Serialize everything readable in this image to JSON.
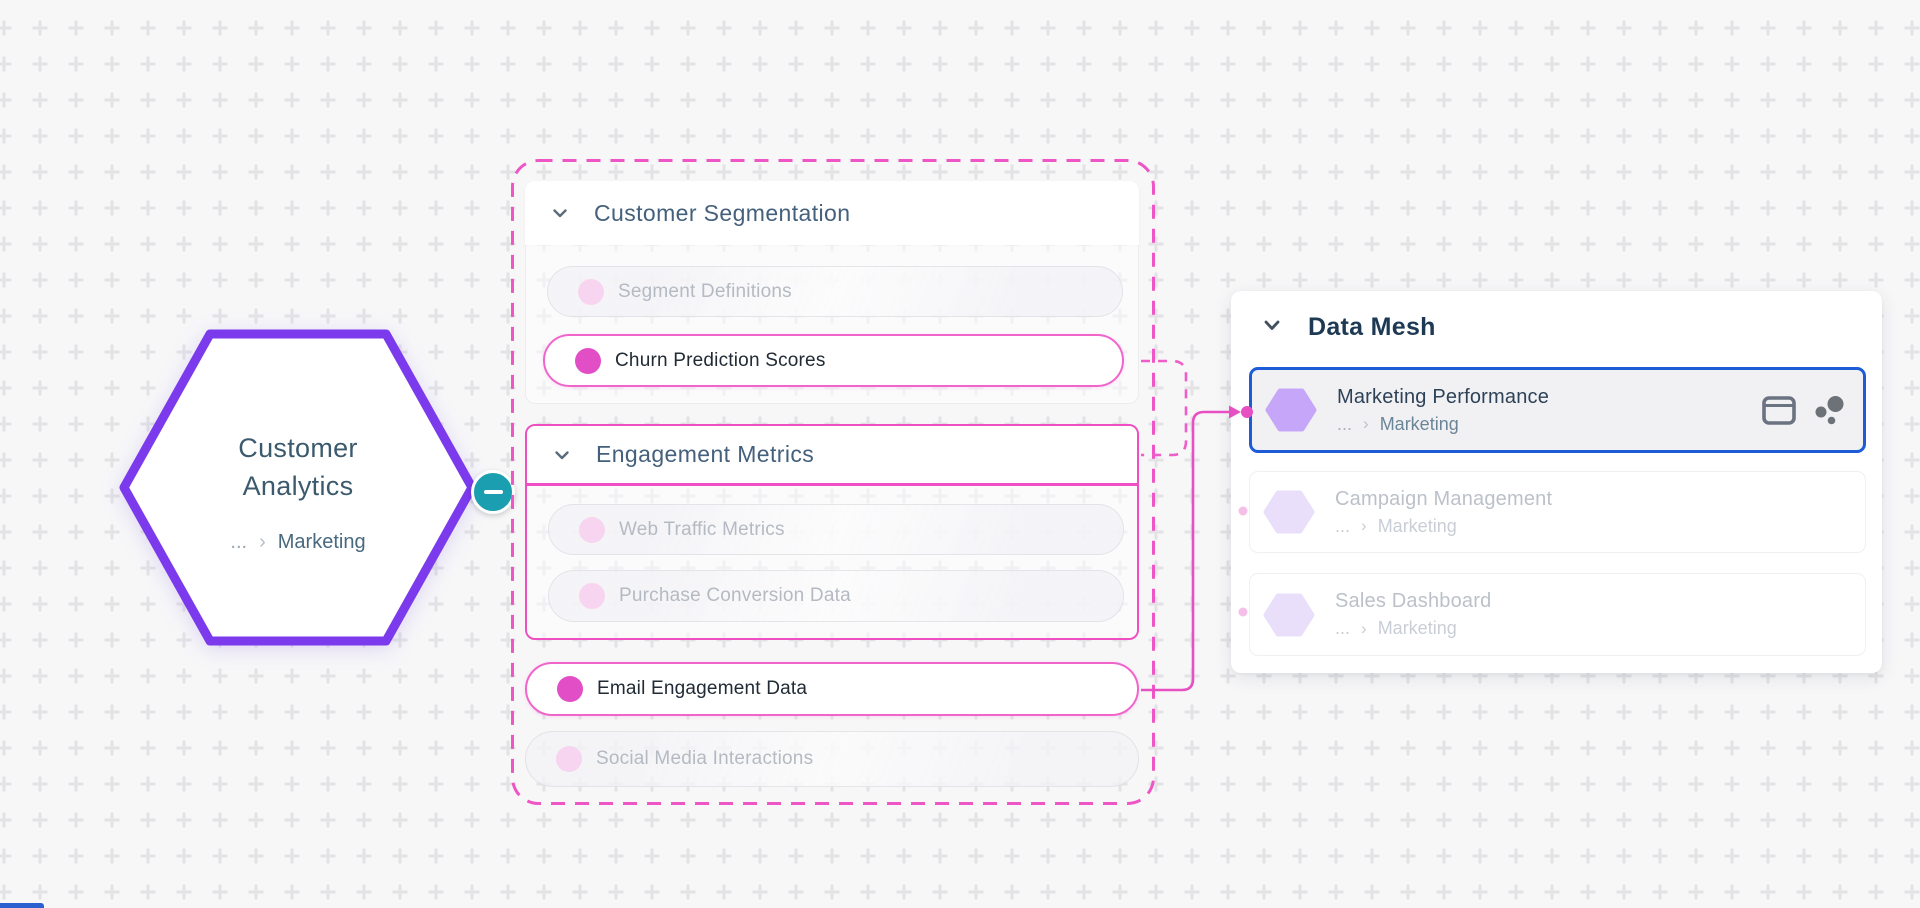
{
  "colors": {
    "background": "#f7f7f8",
    "grid_plus": "#e3e3e6",
    "node_border_purple": "#7c3aed",
    "collapse_teal": "#1b9fb0",
    "lineage_pink": "#e750c2",
    "dashed_container_pink": "#ee55c5",
    "selection_blue": "#1d5cd6",
    "hexagon_icon_purple": "#c6a6f8",
    "dimmed_pink": "#f7cdee"
  },
  "icons": {
    "collapse": "minus-in-circle",
    "group_toggle": "chevron-down",
    "dataset_marker": "filled-circle",
    "data_product_marker": "hexagon",
    "open_preview": "window",
    "lineage_cluster": "cluster-dots",
    "breadcrumb_separator": "chevron-right"
  },
  "source_node": {
    "title_line1": "Customer",
    "title_line2": "Analytics",
    "breadcrumb": {
      "ellipsis": "...",
      "separator": "›",
      "path": "Marketing"
    }
  },
  "groups_panel": {
    "groups": [
      {
        "label": "Customer Segmentation",
        "items": [
          {
            "label": "Segment Definitions",
            "state": "dimmed"
          },
          {
            "label": "Churn Prediction Scores",
            "state": "active"
          }
        ]
      },
      {
        "label": "Engagement Metrics",
        "items": [
          {
            "label": "Web Traffic Metrics",
            "state": "dimmed"
          },
          {
            "label": "Purchase Conversion Data",
            "state": "dimmed"
          }
        ]
      }
    ],
    "standalone_items": [
      {
        "label": "Email Engagement Data",
        "state": "active"
      },
      {
        "label": "Social Media Interactions",
        "state": "dimmed"
      }
    ]
  },
  "data_mesh_panel": {
    "title": "Data Mesh",
    "items": [
      {
        "title": "Marketing Performance",
        "breadcrumb": {
          "ellipsis": "...",
          "separator": "›",
          "path": "Marketing"
        },
        "state": "selected"
      },
      {
        "title": "Campaign Management",
        "breadcrumb": {
          "ellipsis": "...",
          "separator": "›",
          "path": "Marketing"
        },
        "state": "dimmed"
      },
      {
        "title": "Sales Dashboard",
        "breadcrumb": {
          "ellipsis": "...",
          "separator": "›",
          "path": "Marketing"
        },
        "state": "dimmed"
      }
    ]
  }
}
